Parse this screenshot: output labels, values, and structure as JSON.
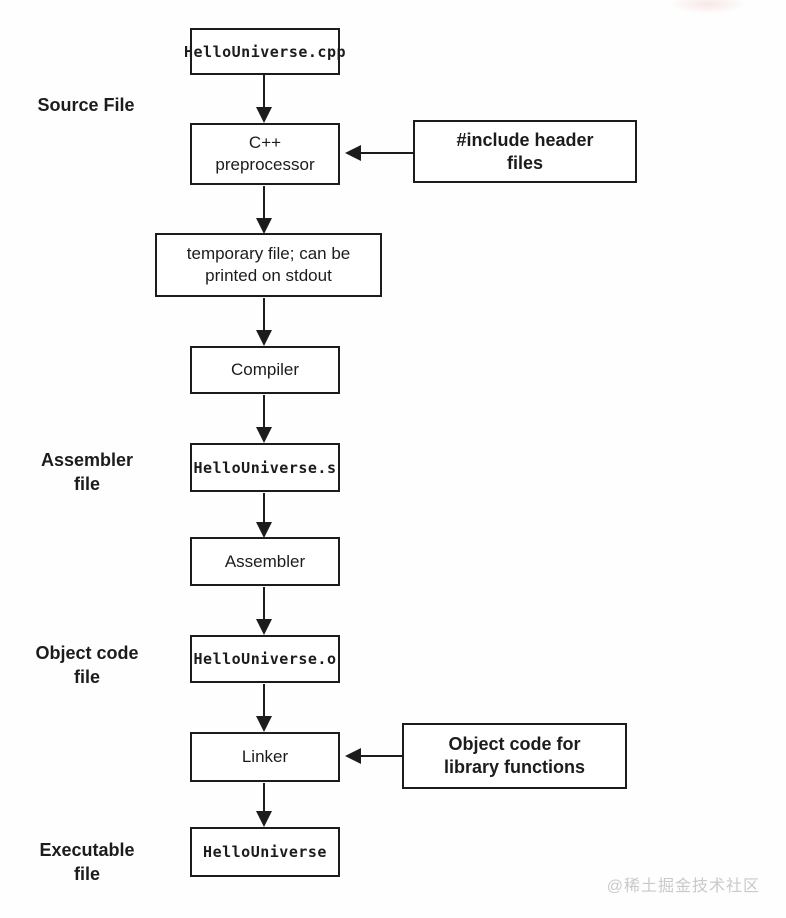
{
  "page": {
    "watermark": "@稀土掘金技术社区"
  },
  "stage_labels": {
    "source": "Source File",
    "assembler": "Assembler\nfile",
    "object_code": "Object code\nfile",
    "executable": "Executable\nfile"
  },
  "nodes": {
    "source_file": "HelloUniverse.cpp",
    "preprocessor": "C++\npreprocessor",
    "temp_file": "temporary file; can be\nprinted on stdout",
    "compiler": "Compiler",
    "assembler_file": "HelloUniverse.s",
    "assembler": "Assembler",
    "object_file": "HelloUniverse.o",
    "linker": "Linker",
    "executable_file": "HelloUniverse"
  },
  "callouts": {
    "include_headers": "#include header\nfiles",
    "library_objects": "Object code for\nlibrary functions"
  },
  "colors": {
    "line": "#1c1c1c",
    "text": "#1c1c1c",
    "watermark_gray": "#c9c9c9",
    "background": "#fefefe"
  }
}
